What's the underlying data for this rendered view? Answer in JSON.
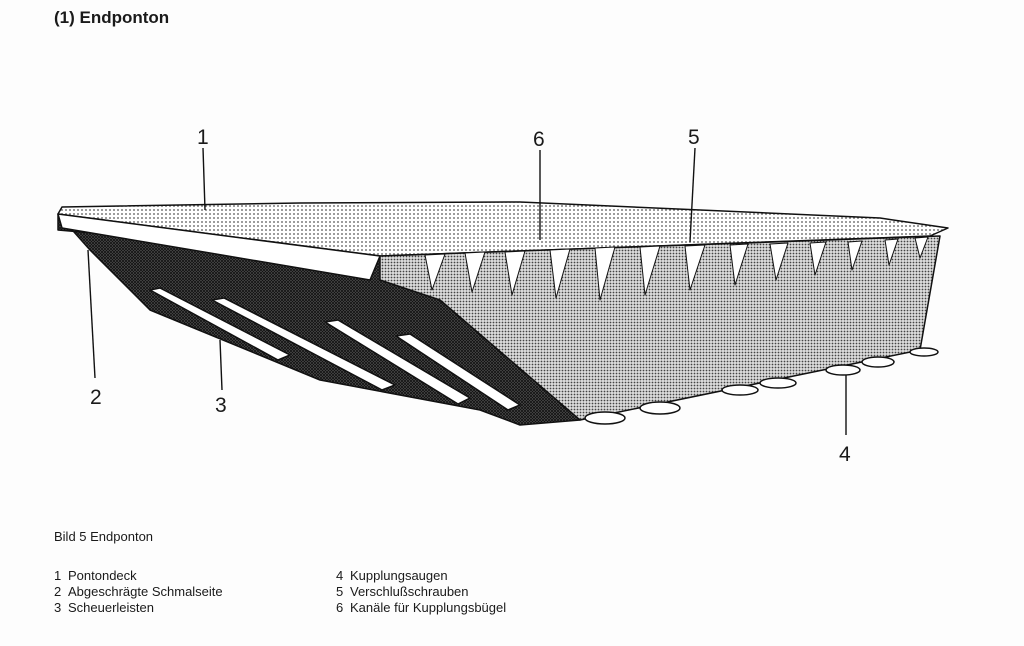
{
  "title": "(1) Endponton",
  "figure": {
    "callouts": [
      "1",
      "2",
      "3",
      "4",
      "5",
      "6"
    ]
  },
  "caption": "Bild 5   Endponton",
  "legend": [
    {
      "n": "1",
      "label": "Pontondeck"
    },
    {
      "n": "2",
      "label": "Abgeschrägte Schmalseite"
    },
    {
      "n": "3",
      "label": "Scheuerleisten"
    },
    {
      "n": "4",
      "label": "Kupplungsaugen"
    },
    {
      "n": "5",
      "label": "Verschlußschrauben"
    },
    {
      "n": "6",
      "label": "Kanäle für Kupplungsbügel"
    }
  ]
}
